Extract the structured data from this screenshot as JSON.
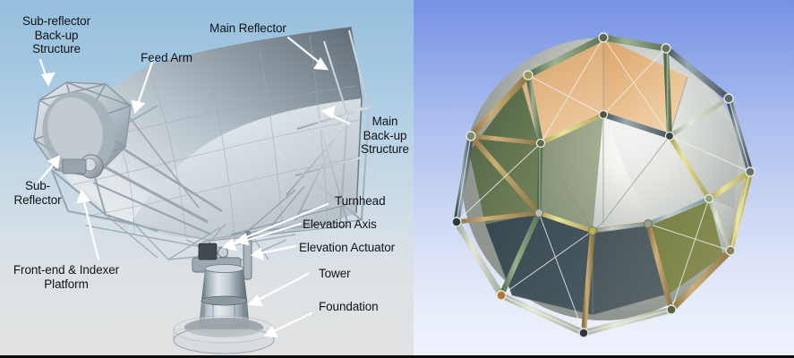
{
  "figure": {
    "title": "Antenna assembly and geodesic sphere structure",
    "panel_count": 2,
    "background_left_top": "#96bfdd",
    "background_left_bottom": "#e0e1e2",
    "background_right_top": "#7692e4",
    "background_right_bottom": "#eef2fd",
    "leader_line_color": "#ffffff",
    "label_text_color": "#111418"
  },
  "left_panel": {
    "name": "antenna-diagram",
    "subject": "Parabolic radio-telescope antenna, labelled cutaway view",
    "labels": [
      {
        "id": "sub-reflector-backup-structure",
        "text": "Sub-reflector\nBack-up\nStructure",
        "align": "center"
      },
      {
        "id": "feed-arm",
        "text": "Feed Arm",
        "align": "center"
      },
      {
        "id": "main-reflector",
        "text": "Main Reflector",
        "align": "center"
      },
      {
        "id": "main-backup-structure",
        "text": "Main\nBack-up\nStructure",
        "align": "center"
      },
      {
        "id": "sub-reflector",
        "text": "Sub-\nReflector",
        "align": "center"
      },
      {
        "id": "front-end-indexer-platform",
        "text": "Front-end & Indexer\nPlatform",
        "align": "center"
      },
      {
        "id": "turnhead",
        "text": "Turnhead",
        "align": "left"
      },
      {
        "id": "elevation-axis",
        "text": "Elevation Axis",
        "align": "left"
      },
      {
        "id": "elevation-actuator",
        "text": "Elevation Actuator",
        "align": "left"
      },
      {
        "id": "tower",
        "text": "Tower",
        "align": "left"
      },
      {
        "id": "foundation",
        "text": "Foundation",
        "align": "left"
      }
    ],
    "components": {
      "main_reflector_color": "#c8d2d9",
      "structure_color": "#b7c2ca",
      "tower_color": "#b9c6cd",
      "foundation_color": "#d6dde1"
    }
  },
  "right_panel": {
    "name": "geodesic-sphere-diagram",
    "subject": "Geodesic sphere / truss-supported spherical reflector render",
    "labels": [],
    "sphere": {
      "panel_colors": [
        "#e0b07a",
        "#5f7049",
        "#8e9b92",
        "#b9c0be",
        "#3f5360",
        "#7a7e45",
        "#c9cdc8",
        "#2f3f4c"
      ],
      "strut_colors": [
        "#6f8f6a",
        "#a8925f",
        "#8f9b5f",
        "#5a6f7c",
        "#c6cfc0",
        "#d8d08a",
        "#7f8b93",
        "#3a4a55"
      ],
      "node_color": "#8b8f7c",
      "highlight_color": "#ffffff"
    }
  }
}
